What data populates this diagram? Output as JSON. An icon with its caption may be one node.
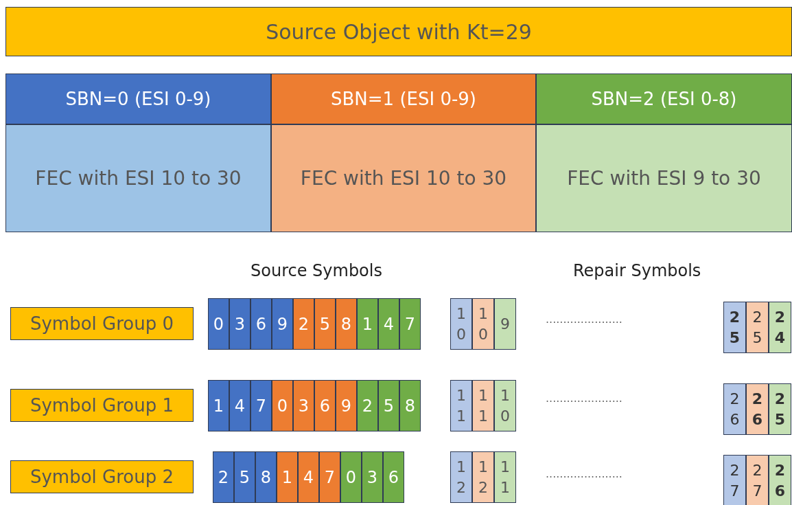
{
  "diagram": {
    "nodes": [
      {
        "text": [
          "Source Object with Kt=29"
        ]
      },
      {
        "text": [
          "SBN=0 (ESI 0-9)"
        ]
      },
      {
        "text": [
          "SBN=1 (ESI 0-9)"
        ]
      },
      {
        "text": [
          "SBN=2 (ESI 0-8)"
        ]
      },
      {
        "text": [
          "FEC with ESI 10 to 30"
        ]
      },
      {
        "text": [
          "FEC with ESI 10 to 30"
        ]
      },
      {
        "text": [
          "FEC with ESI 9 to 30"
        ]
      },
      {
        "text": [
          "Symbol Group 0"
        ]
      },
      {
        "text": [
          "0"
        ]
      },
      {
        "text": [
          "3"
        ]
      },
      {
        "text": [
          "6"
        ]
      },
      {
        "text": [
          "9"
        ]
      },
      {
        "text": [
          "2"
        ]
      },
      {
        "text": [
          "5"
        ]
      },
      {
        "text": [
          "8"
        ]
      },
      {
        "text": [
          "1"
        ]
      },
      {
        "text": [
          "4"
        ]
      },
      {
        "text": [
          "7"
        ]
      },
      {
        "text": [
          "10"
        ]
      },
      {
        "text": [
          "10"
        ]
      },
      {
        "text": [
          "9"
        ]
      },
      {
        "text": [
          "**25**"
        ]
      },
      {
        "text": [
          "25"
        ]
      },
      {
        "text": [
          "**24**"
        ]
      },
      {
        "text": [
          "Symbol Group 1"
        ]
      },
      {
        "text": [
          "1"
        ]
      },
      {
        "text": [
          "4"
        ]
      },
      {
        "text": [
          "7"
        ]
      },
      {
        "text": [
          "0"
        ]
      },
      {
        "text": [
          "3"
        ]
      },
      {
        "text": [
          "6"
        ]
      },
      {
        "text": [
          "9"
        ]
      },
      {
        "text": [
          "2"
        ]
      },
      {
        "text": [
          "5"
        ]
      },
      {
        "text": [
          "8"
        ]
      },
      {
        "text": [
          "11"
        ]
      },
      {
        "text": [
          "11"
        ]
      },
      {
        "text": [
          "10"
        ]
      },
      {
        "text": [
          "26"
        ]
      },
      {
        "text": [
          "**26**"
        ]
      },
      {
        "text": [
          "**25**"
        ]
      },
      {
        "text": [
          "Symbol Group 2"
        ]
      },
      {
        "text": [
          "2"
        ]
      },
      {
        "text": [
          "5"
        ]
      },
      {
        "text": [
          "8"
        ]
      },
      {
        "text": [
          "1"
        ]
      },
      {
        "text": [
          "4"
        ]
      },
      {
        "text": [
          "7"
        ]
      },
      {
        "text": [
          "0"
        ]
      },
      {
        "text": [
          "3"
        ]
      },
      {
        "text": [
          "6"
        ]
      },
      {
        "text": [
          "12"
        ]
      },
      {
        "text": [
          "12"
        ]
      },
      {
        "text": [
          "11"
        ]
      },
      {
        "text": [
          "27"
        ]
      },
      {
        "text": [
          "27"
        ]
      },
      {
        "text": [
          "**26**"
        ]
      }
    ],
    "labels": [
      "Source Symbols",
      "Repair Symbols",
      "......................",
      "......................",
      "......................"
    ]
  }
}
